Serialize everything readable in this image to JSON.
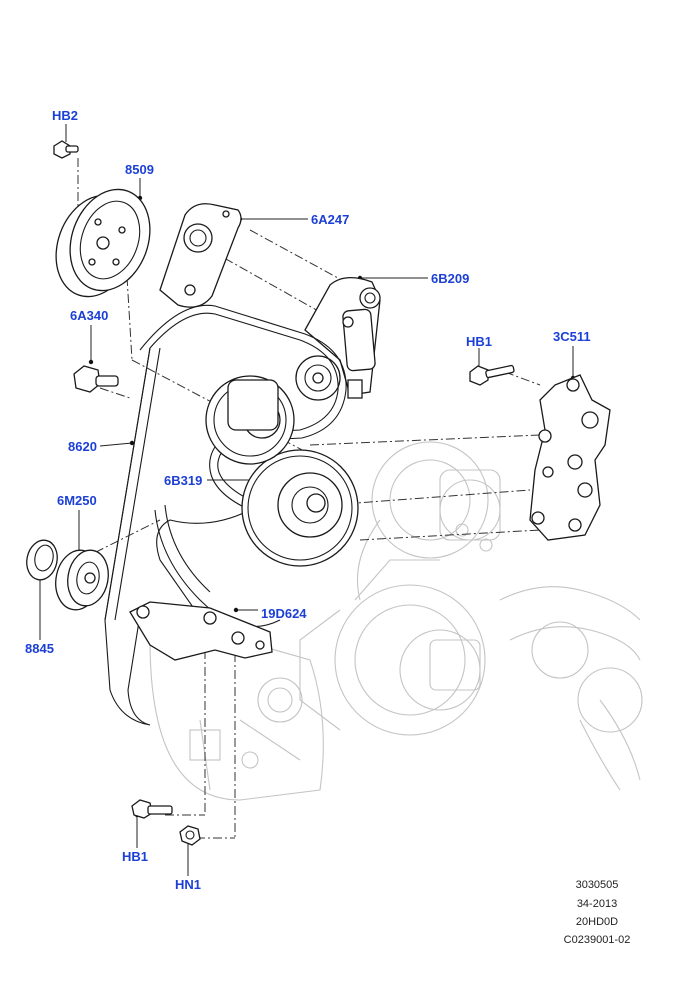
{
  "callouts": {
    "hb2": "HB2",
    "p8509": "8509",
    "p6a247": "6A247",
    "p6b209": "6B209",
    "p6a340": "6A340",
    "hb1_top": "HB1",
    "p3c511": "3C511",
    "p8620": "8620",
    "p6b319": "6B319",
    "p6m250": "6M250",
    "p19d624": "19D624",
    "p8845": "8845",
    "hb1_bottom": "HB1",
    "hn1": "HN1"
  },
  "reference_codes": [
    "3030505",
    "34-2013",
    "20HD0D",
    "C0239001-02"
  ],
  "colors": {
    "callout": "#1c3fd6",
    "line": "#1a1a1a",
    "ghost": "#c4c4c4"
  }
}
